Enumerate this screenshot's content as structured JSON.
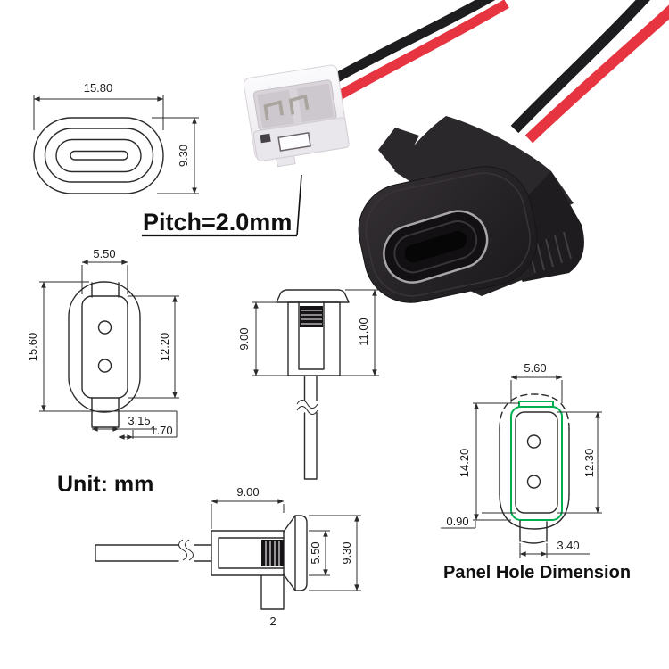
{
  "labels": {
    "pitch": "Pitch=2.0mm",
    "unit": "Unit: mm"
  },
  "colors": {
    "line": "#2b2b2b",
    "panel_hole_green": "#00b050",
    "wire_red": "#e63540",
    "wire_black": "#1d1c1e",
    "connector_body": "#2a272a",
    "jst_body": "#f4f2f5"
  },
  "front_view": {
    "width": "15.80",
    "height": "9.30"
  },
  "back_view": {
    "top_width": "5.50",
    "overall_height": "15.60",
    "inner_height": "12.20",
    "tab_width": "3.15",
    "tab_offset": "1.70"
  },
  "side_view_vertical": {
    "body_depth": "9.00",
    "overall_depth": "11.00"
  },
  "panel_hole_view": {
    "top_width": "5.60",
    "overall_height": "14.20",
    "inner_height": "12.30",
    "edge_offset": "0.90",
    "tab_width": "3.40",
    "caption": "Panel Hole Dimension"
  },
  "side_view_horizontal": {
    "body_depth": "9.00",
    "inner_height": "5.50",
    "overall_height": "9.30",
    "tab_width": "2"
  }
}
